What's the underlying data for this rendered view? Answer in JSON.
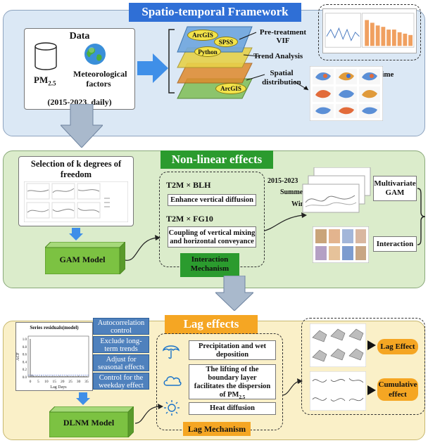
{
  "colors": {
    "panel1": "#dbe8f5",
    "panel2": "#dbeccb",
    "panel3": "#faf0c8",
    "banner_blue": "#2f6fd6",
    "banner_green": "#2b9b2e",
    "banner_orange": "#f5a623",
    "arrow_blue": "#3f8fe8",
    "arrow_gray": "#a9b9cc"
  },
  "section1": {
    "title": "Spatio-temporal Framework",
    "data_box": {
      "title": "Data",
      "pm_label": "PM",
      "pm_sub": "2.5",
      "met_line1": "Meteorological",
      "met_line2": "factors",
      "period": "(2015-2023, daily)"
    },
    "layers": {
      "arcgis1": "ArcGIS",
      "spss": "SPSS",
      "python": "Python",
      "arcgis2": "ArcGIS"
    },
    "pretreat_line1": "Pre-treatment",
    "pretreat_line2": "VIF",
    "trend_analysis": "Trend Analysis",
    "spatial_line1": "Spatial",
    "spatial_line2": "distribution",
    "trends_over_time": "Trends over time"
  },
  "section2": {
    "title": "Non-linear effects",
    "selection_line1": "Selection of k degrees of",
    "selection_line2": "freedom",
    "gam_model": "GAM Model",
    "pair1": "T2M  ×  BLH",
    "pair1_desc": "Enhance vertical diffusion",
    "pair2": "T2M  × FG10",
    "pair2_desc_line1": "Coupling of vertical mixing",
    "pair2_desc_line2": "and horizontal conveyance",
    "interaction_line1": "Interaction",
    "interaction_line2": "Mechanism",
    "period": "2015-2023",
    "summer": "Summer",
    "winter": "Winter",
    "multivariate_line1": "Multivariate",
    "multivariate_line2": "GAM",
    "interaction": "Interaction"
  },
  "section3": {
    "title": "Lag effects",
    "acf_title": "Series  residuals(model)",
    "acf_ylabel": "ACF",
    "acf_xlabel": "Lag Days",
    "acf_xticks": [
      "0",
      "5",
      "10",
      "15",
      "20",
      "25",
      "30",
      "35"
    ],
    "acf_yticks": [
      "0.0",
      "0.2",
      "0.4",
      "0.6",
      "0.8",
      "1.0"
    ],
    "acf_values": [
      1.0,
      0.06,
      0.03,
      0.02,
      0.03,
      0.02,
      0.02,
      0.03,
      0.02,
      0.02,
      0.03,
      0.02,
      0.02,
      0.02,
      0.03,
      0.02,
      0.02,
      0.02,
      0.03,
      0.02,
      0.02,
      0.02,
      0.02,
      0.03,
      0.02,
      0.02,
      0.02,
      0.02,
      0.02,
      0.02,
      0.03,
      0.02,
      0.02,
      0.02,
      0.02,
      0.02
    ],
    "tag1_line1": "Autocorrelation",
    "tag1_line2": "control",
    "tag2_line1": "Exclude long-",
    "tag2_line2": "term trends",
    "tag3_line1": "Adjust for",
    "tag3_line2": "seasonal effects",
    "tag4_line1": "Control for the",
    "tag4_line2": "weekday effect",
    "dlnm_model": "DLNM Model",
    "mech1_line1": "Precipitation and wet",
    "mech1_line2": "deposition",
    "mech2_line1": "The lifting of the",
    "mech2_line2": "boundary layer",
    "mech2_line3": "facilitates the dispersion",
    "mech2_line4a": "of PM",
    "mech2_line4sub": "2.5",
    "mech3": "Heat diffusion",
    "lag_mechanism": "Lag Mechanism",
    "lag_effect": "Lag Effect",
    "cumulative_line1": "Cumulative",
    "cumulative_line2": "effect",
    "icons": [
      "umbrella-icon",
      "cloud-icon",
      "sun-icon"
    ]
  }
}
